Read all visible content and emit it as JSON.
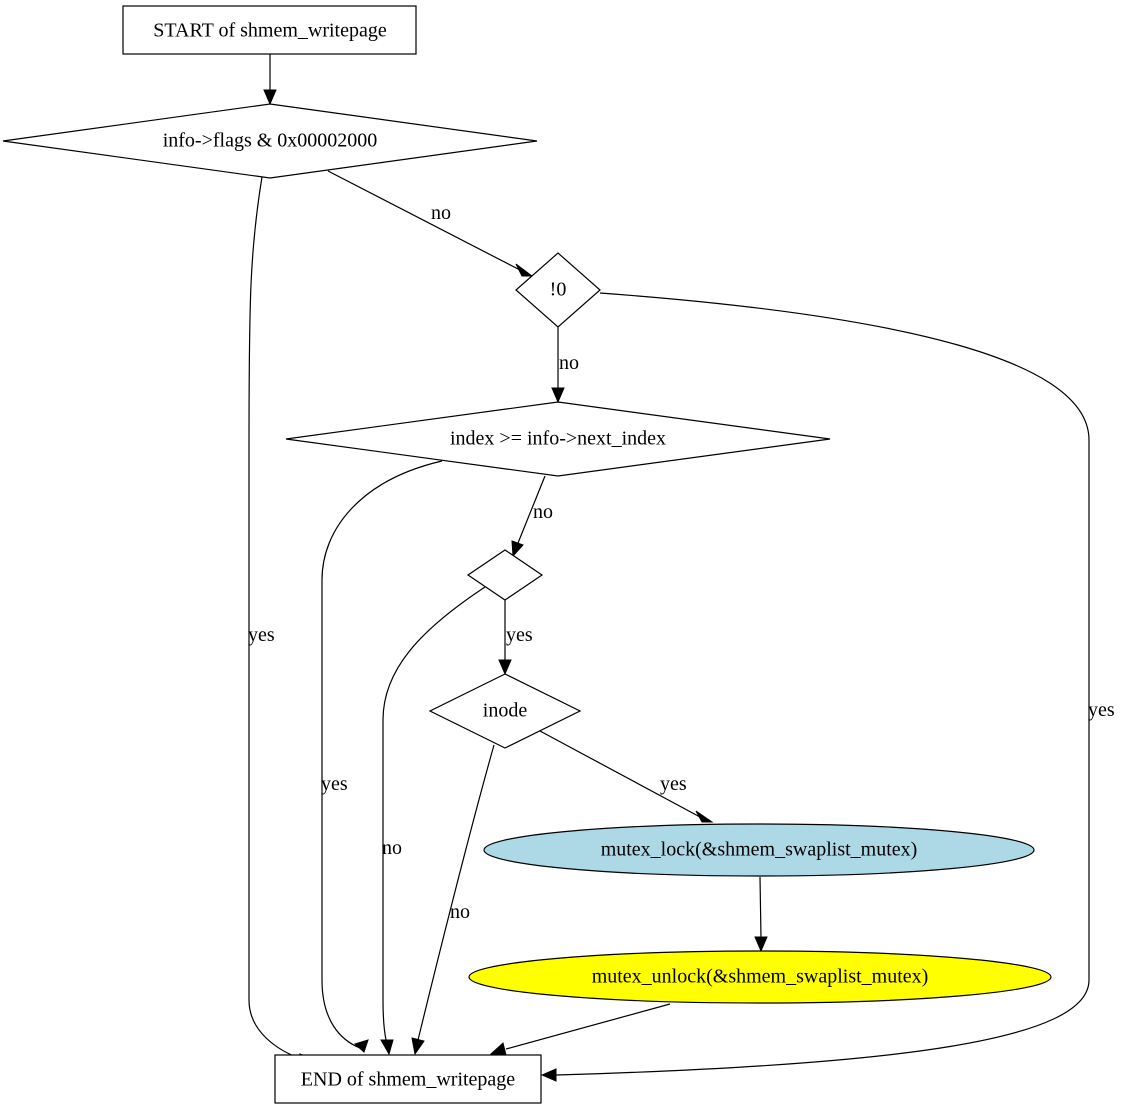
{
  "colors": {
    "line": "#000000",
    "node_fill": "#ffffff",
    "lock_fill": "#add8e6",
    "unlock_fill": "#ffff00"
  },
  "nodes": {
    "start": "START of shmem_writepage",
    "cond_flags": "info->flags & 0x00002000",
    "cond_not0": "!0",
    "cond_index": "index >= info->next_index",
    "cond_empty": "",
    "cond_inode": "inode",
    "mutex_lock": "mutex_lock(&shmem_swaplist_mutex)",
    "mutex_unlock": "mutex_unlock(&shmem_swaplist_mutex)",
    "end": "END of shmem_writepage"
  },
  "edge_labels": {
    "flags_no": "no",
    "flags_yes": "yes",
    "not0_no": "no",
    "not0_yes": "yes",
    "index_no": "no",
    "index_yes": "yes",
    "empty_yes": "yes",
    "empty_no": "no",
    "inode_yes": "yes",
    "inode_no": "no"
  }
}
